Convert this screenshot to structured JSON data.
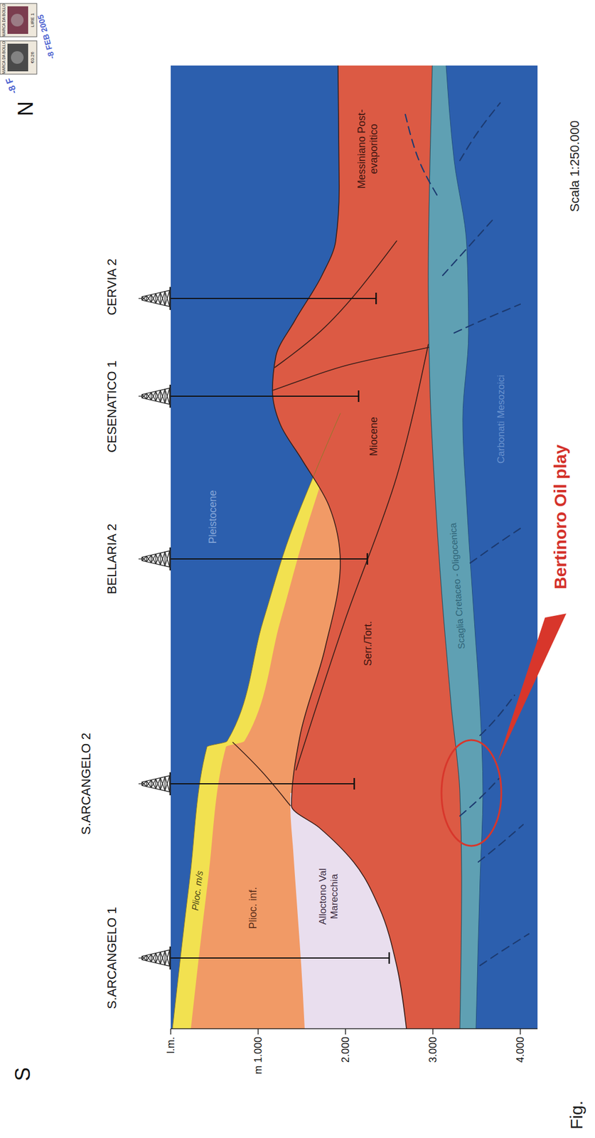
{
  "diagram": {
    "labels": [
      "S",
      "N",
      "S.ARCANGELO 1",
      "S.ARCANGELO 2",
      "BELLARIA 2",
      "CESENATICO 1",
      "CERVIA 2",
      "l.m.",
      "m 1.000",
      "2.000",
      "3.000",
      "4.000",
      "Plioc. m/s",
      "Plioc. inf.",
      "Alloctono Val Marecchia",
      "Pleistocene",
      "Serr./Tort.",
      "Miocene",
      "Messiniano Post-evaporitico",
      "Scaglia Cretaceo - Oligocenica",
      "Carbonati Mesozoici",
      "Bertinoro Oil play",
      "Scala 1:250.000",
      "Fig.",
      "MARCA DA BOLLO",
      "€0.26",
      "MARCA DA BOLLO",
      "LIRE 1",
      "-8 F",
      "-8 FEB 2005"
    ]
  }
}
